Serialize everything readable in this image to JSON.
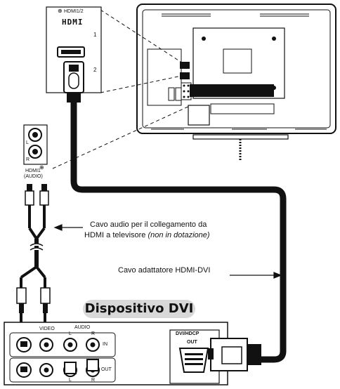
{
  "hdmi_panel": {
    "title": "HDMI1/2",
    "logo": "HDMI",
    "port1": "1",
    "port2": "2"
  },
  "audio_panel": {
    "channel_l": "L",
    "channel_r": "R",
    "caption_line1": "HDMI1",
    "caption_line2": "(AUDIO)"
  },
  "callouts": {
    "audio_cable_line1": "Cavo audio per il collegamento da",
    "audio_cable_line2_main": "HDMI a televisore ",
    "audio_cable_line2_italic": "(non in dotazione)",
    "dvi_cable": "Cavo adattatore HDMI-DVI"
  },
  "device": {
    "title": "Dispositivo DVI",
    "video_label": "VIDEO",
    "audio_label": "AUDIO",
    "l_top": "L",
    "r_top": "R",
    "in_label": "IN",
    "out_label": "OUT",
    "l_bottom": "L",
    "r_bottom": "R",
    "dvi_port_label": "DVI/HDCP",
    "dvi_out_label": "OUT"
  },
  "icons": [
    "hdmi-input-icon",
    "audio-input-icon"
  ],
  "colors": {
    "line": "#111111",
    "cable": "#111111",
    "badge": "#d8d8d8",
    "background": "#ffffff"
  }
}
